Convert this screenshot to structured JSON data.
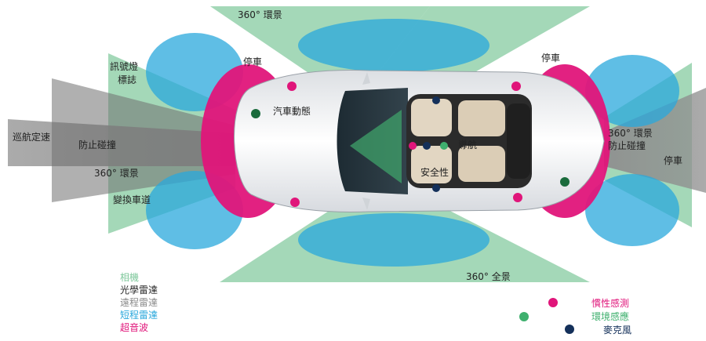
{
  "colors": {
    "camera": "#7dc79a",
    "lidar": "#2a2a2a",
    "long_range_radar": "#8a8a8a",
    "short_range_radar": "#2aa8dc",
    "ultrasonic": "#e0157a",
    "inertial_dot": "#e0157a",
    "environment_dot": "#3fb06e",
    "microphone_dot": "#14305a",
    "sensor_dot_dark_green": "#1a6b3c"
  },
  "labels": {
    "surround_360_top": "360° 環景",
    "surround_360_bottom": "360° 全景",
    "parking_front_left": "停車",
    "parking_rear_left": "停車",
    "parking_rear_right": "停車",
    "traffic_sign_line1": "訊號燈",
    "traffic_sign_line2": "標誌",
    "adaptive_cruise": "巡航定速",
    "collision_avoidance_front": "防止碰撞",
    "surround_360_front": "360° 環景",
    "lane_change": "變換車道",
    "vehicle_dynamics": "汽車動態",
    "navigation": "導航",
    "safety": "安全性",
    "surround_360_rear": "360° 環景",
    "collision_avoidance_rear": "防止碰撞"
  },
  "legend": {
    "sensor_types": [
      {
        "key": "camera",
        "label": "相機"
      },
      {
        "key": "lidar",
        "label": "光學雷達"
      },
      {
        "key": "long_range_radar",
        "label": "遠程雷達"
      },
      {
        "key": "short_range_radar",
        "label": "短程雷達"
      },
      {
        "key": "ultrasonic",
        "label": "超音波"
      }
    ],
    "sensing": [
      {
        "key": "inertial",
        "label": "慣性感測"
      },
      {
        "key": "environment",
        "label": "環境感應"
      },
      {
        "key": "microphone",
        "label": "麥克風"
      }
    ]
  }
}
